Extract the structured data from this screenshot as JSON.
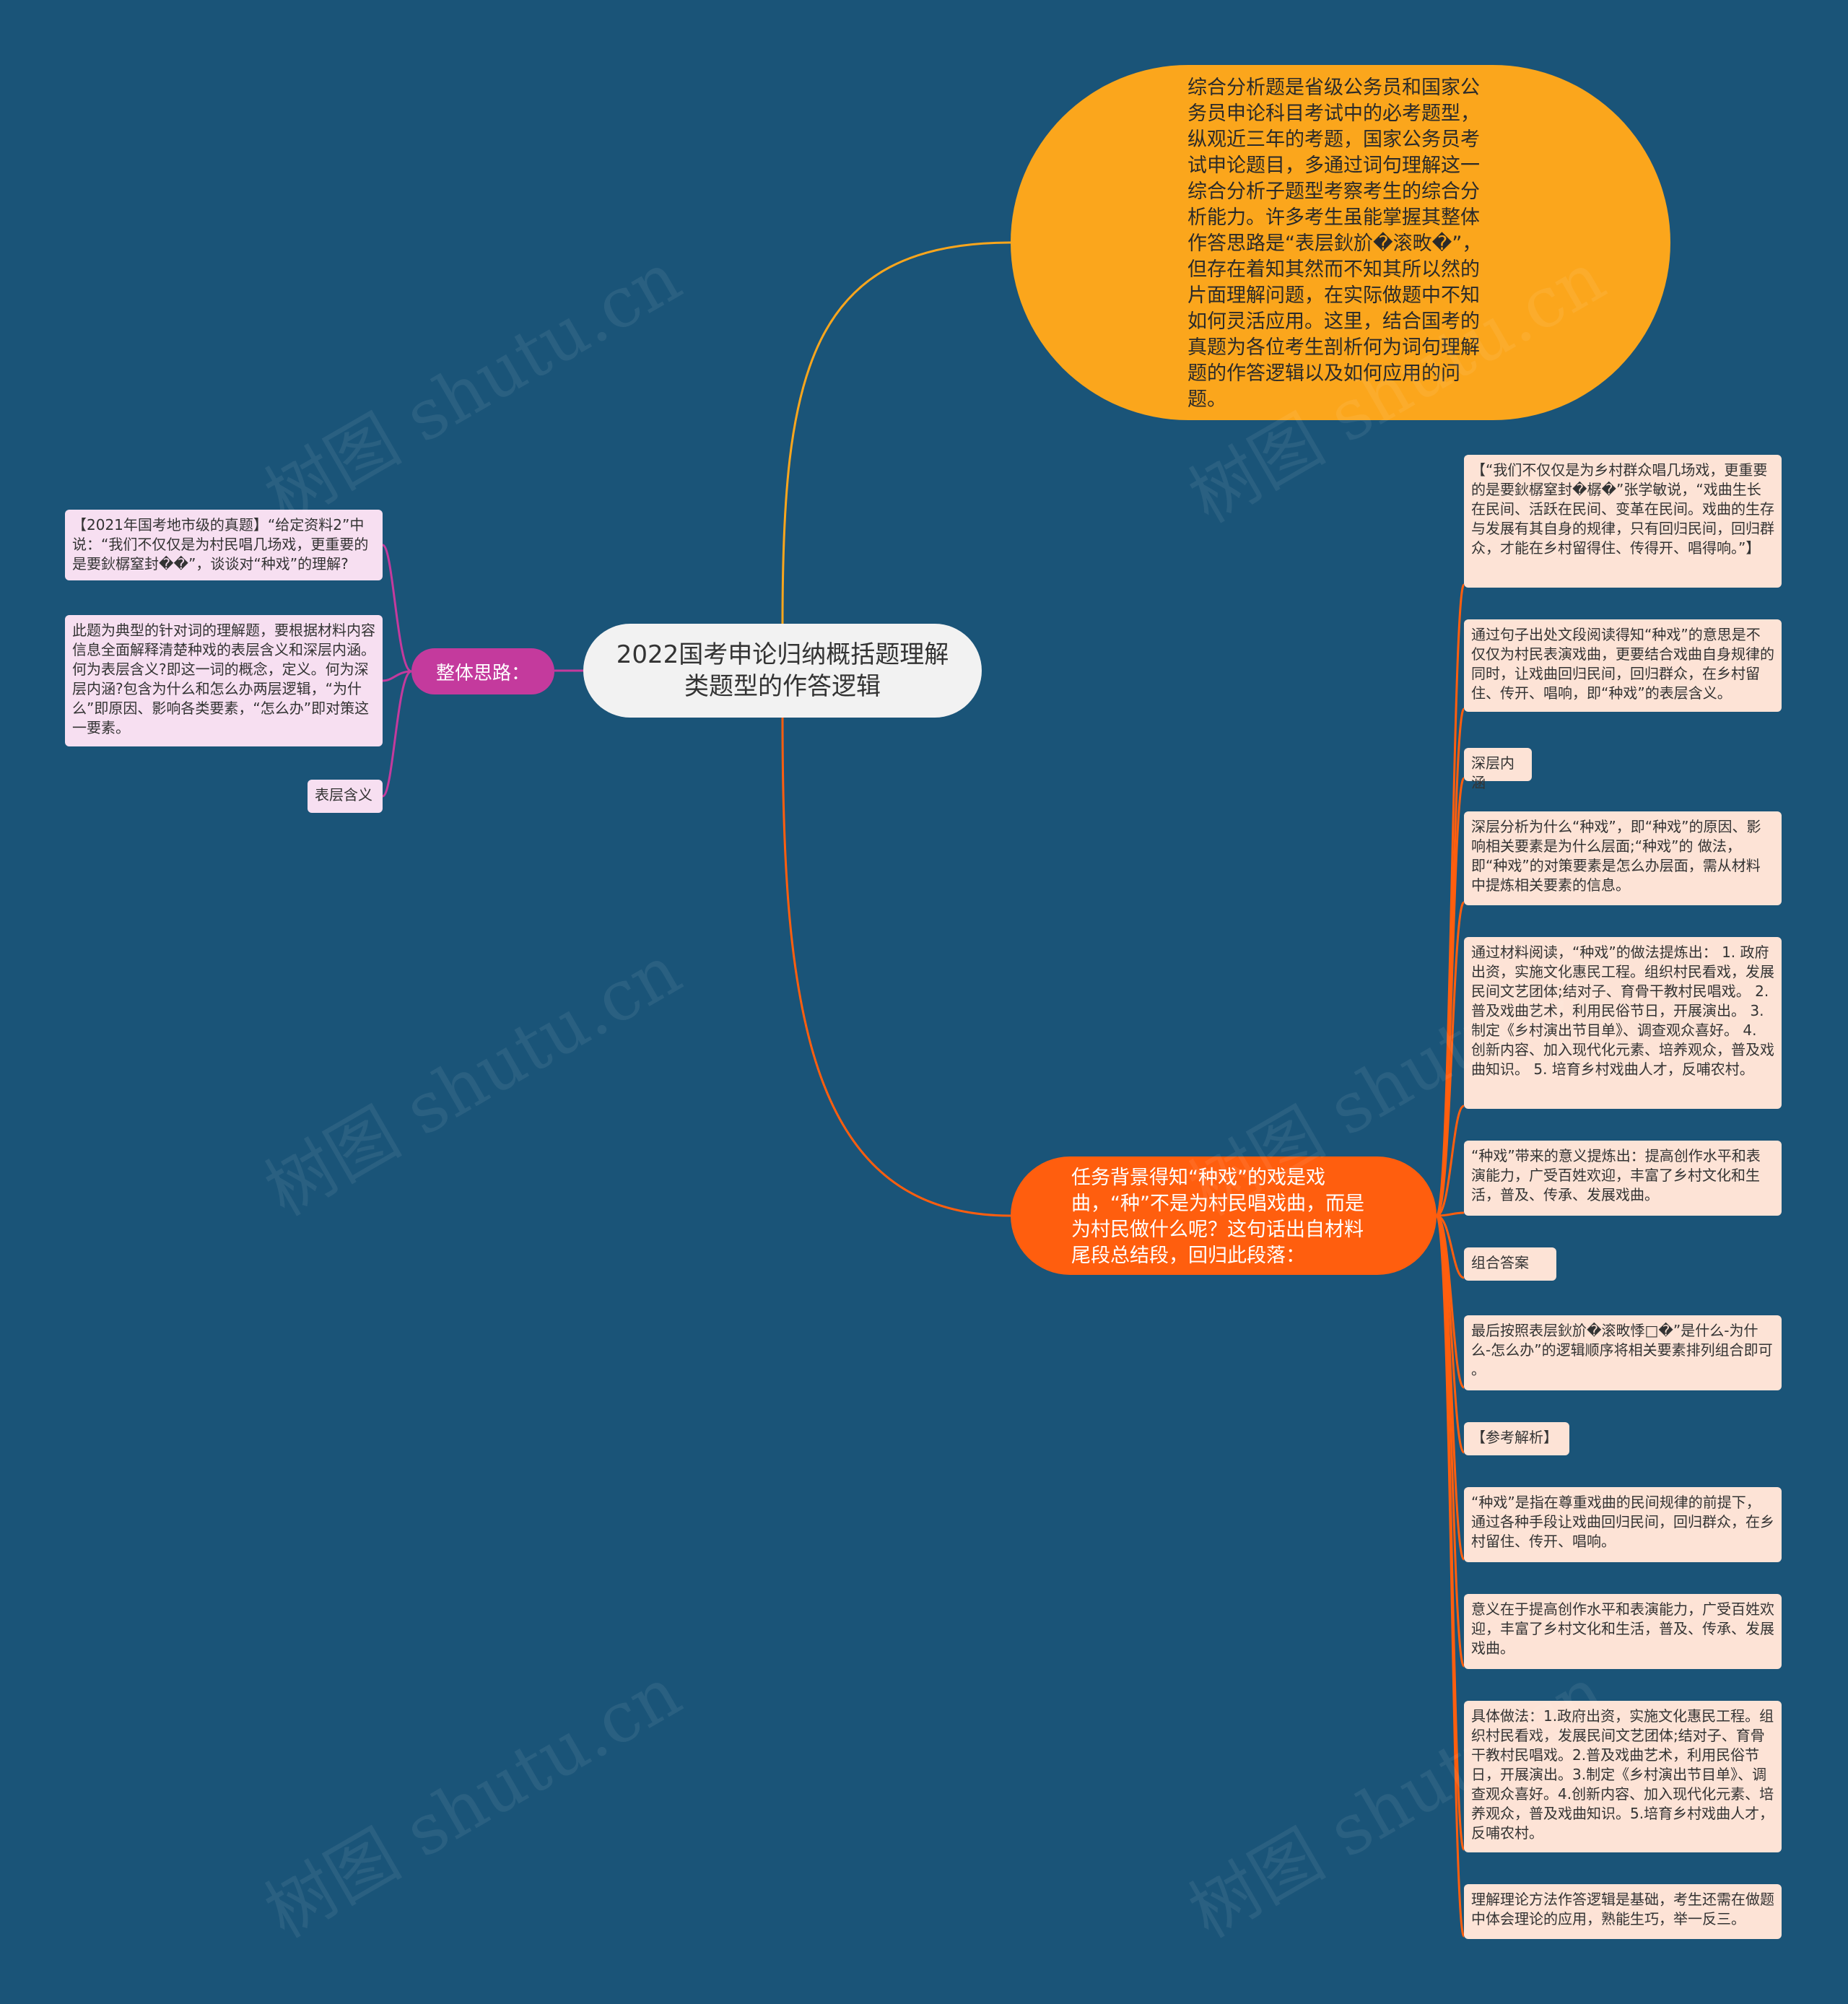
{
  "center": {
    "title": "2022国考申论归纳概括题理解类题型的作答逻辑"
  },
  "intro": {
    "text": "综合分析题是省级公务员和国家公务员申论科目考试中的必考题型，纵观近三年的考题，国家公务员考试申论题目，多通过词句理解这一综合分析子题型考察考生的综合分析能力。许多考生虽能掌握其整体作答思路是“表层鈥斺�滚畋�”，但存在着知其然而不知其所以然的片面理解问题，在实际做题中不知如何灵活应用。这里，结合国考的真题为各位考生剖析何为词句理解题的作答逻辑以及如何应用的问题。"
  },
  "task": {
    "text": "任务背景得知“种戏”的戏是戏曲，“种”不是为村民唱戏曲，而是为村民做什么呢？这句话出自材料尾段总结段，回归此段落："
  },
  "approach": {
    "label": "整体思路：",
    "items": [
      "【2021年国考地市级的真题】“给定资料2”中说：“我们不仅仅是为村民唱几场戏，更重要的是要鈥樼窒封��”，谈谈对“种戏”的理解?",
      "此题为典型的针对词的理解题，要根据材料内容信息全面解释清楚种戏的表层含义和深层内涵。何为表层含义?即这一词的概念，定义。何为深层内涵?包含为什么和怎么办两层逻辑，“为什么”即原因、影响各类要素，“怎么办”即对策这一要素。",
      "表层含义"
    ]
  },
  "task_items": [
    "【“我们不仅仅是为乡村群众唱几场戏，更重要的是要鈥樼窒封�樼�”张学敏说，“戏曲生长在民间、活跃在民间、变革在民间。戏曲的生存与发展有其自身的规律，只有回归民间，回归群众，才能在乡村留得住、传得开、唱得响。”】",
    "通过句子出处文段阅读得知“种戏”的意思是不仅仅为村民表演戏曲，更要结合戏曲自身规律的同时，让戏曲回归民间，回归群众，在乡村留住、传开、唱响，即“种戏”的表层含义。",
    "深层内涵",
    "深层分析为什么“种戏”，即“种戏”的原因、影响相关要素是为什么层面;“种戏”的 做法，即“种戏”的对策要素是怎么办层面，需从材料中提炼相关要素的信息。",
    "通过材料阅读，“种戏”的做法提炼出：  1. 政府出资，实施文化惠民工程。组织村民看戏，发展民间文艺团体;结对子、育骨干教村民唱戏。  2. 普及戏曲艺术，利用民俗节日，开展演出。  3. 制定《乡村演出节目单》、调查观众喜好。  4. 创新内容、加入现代化元素、培养观众，普及戏曲知识。  5. 培育乡村戏曲人才，反哺农村。",
    "“种戏”带来的意义提炼出：提高创作水平和表演能力，广受百姓欢迎，丰富了乡村文化和生活，普及、传承、发展戏曲。",
    "组合答案",
    "最后按照表层鈥斺�滚畋悸□�”是什么-为什么-怎么办”的逻辑顺序将相关要素排列组合即可 。",
    "【参考解析】",
    "“种戏”是指在尊重戏曲的民间规律的前提下，通过各种手段让戏曲回归民间，回归群众，在乡村留住、传开、唱响。",
    "意义在于提高创作水平和表演能力，广受百姓欢迎，丰富了乡村文化和生活，普及、传承、发展戏曲。",
    "具体做法：1.政府出资，实施文化惠民工程。组织村民看戏，发展民间文艺团体;结对子、育骨干教村民唱戏。2.普及戏曲艺术，利用民俗节日，开展演出。3.制定《乡村演出节目单》、调查观众喜好。4.创新内容、加入现代化元素、培养观众，普及戏曲知识。5.培育乡村戏曲人才，反哺农村。",
    "理解理论方法作答逻辑是基础，考生还需在做题中体会理论的应用，熟能生巧，举一反三。"
  ],
  "watermark": "树图 shutu.cn",
  "colors": {
    "background": "#1a5478",
    "center": "#f2f2f2",
    "intro": "#fba61c",
    "task": "#ff5e0e",
    "approach": "#c43a9d",
    "leaf_left": "#f7dff1",
    "leaf_right": "#fde3d6"
  }
}
